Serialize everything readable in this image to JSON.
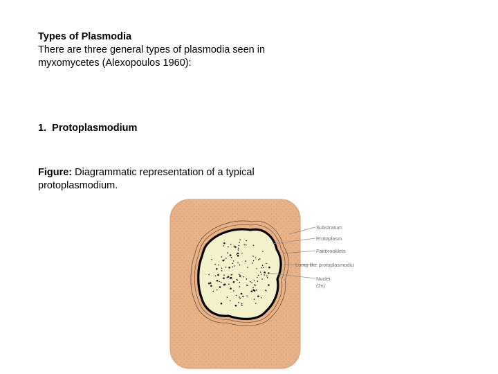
{
  "heading": "Types of Plasmodia",
  "intro": {
    "line1": "There are three general types of plasmodia seen in",
    "line2": "myxomycetes (Alexopoulos 1960):"
  },
  "list_item": {
    "number": "1.",
    "label": "Protoplasmodium"
  },
  "caption": {
    "label": "Figure:",
    "line1": "Diagrammatic representation of a typical",
    "line2": "protoplasmodium."
  },
  "figure": {
    "labels": {
      "substratum": "Substratum",
      "protoplasm": "Protoplasm",
      "fibrils": "Fairbrooklets",
      "lump": "Lump like protoplasmodium",
      "nuclei": "Nuclei",
      "ploidy": "(2n)"
    },
    "colors": {
      "substratum": "#e7b287",
      "protoplasm": "#f3f0cc",
      "outline": "#000000",
      "label_text": "#6b6b6b"
    }
  }
}
